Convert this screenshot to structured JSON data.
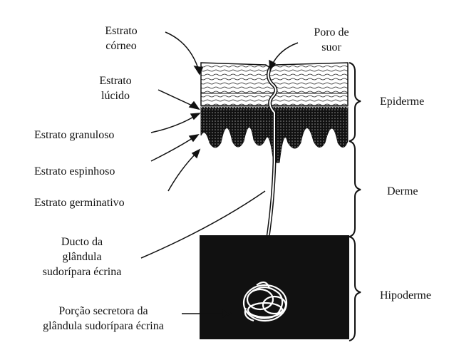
{
  "labels": {
    "estrato_corneo": [
      "Estrato",
      "córneo"
    ],
    "estrato_lucido": [
      "Estrato",
      "lúcido"
    ],
    "estrato_granuloso": "Estrato granuloso",
    "estrato_espinhoso": "Estrato espinhoso",
    "estrato_germinativo": "Estrato germinativo",
    "ducto": [
      "Ducto da",
      "glândula",
      "sudorípara écrina"
    ],
    "porcao_secretora": [
      "Porção secretora da",
      "glândula  sudorípara écrina"
    ],
    "poro": [
      "Poro de",
      "suor"
    ]
  },
  "regions": {
    "epiderme": "Epiderme",
    "derme": "Derme",
    "hipoderme": "Hipoderme"
  }
}
